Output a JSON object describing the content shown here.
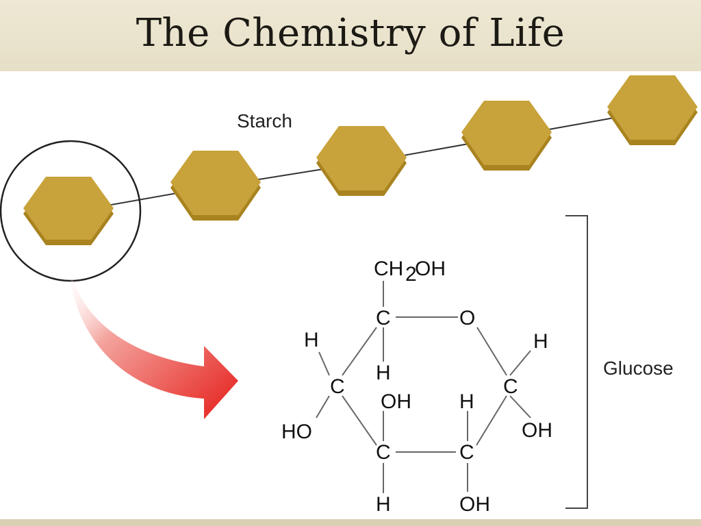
{
  "title": "The Chemistry of Life",
  "labels": {
    "starch": "Starch",
    "glucose": "Glucose"
  },
  "atoms": {
    "ch2oh_ch": "CH",
    "ch2oh_sub": "2",
    "ch2oh_oh": "OH",
    "c5": "C",
    "ring_o": "O",
    "c4": "C",
    "c1": "C",
    "c3": "C",
    "c2": "C",
    "h_c4": "H",
    "h_c5": "H",
    "ho_c4": "HO",
    "oh_c3": "OH",
    "h_c3": "H",
    "h_c2": "H",
    "oh_c2": "OH",
    "h_c1": "H",
    "oh_c1": "OH"
  },
  "colors": {
    "hexagon": "#c8a23a",
    "hexagon_edge": "#a8831f",
    "arrow": "#e52620"
  }
}
